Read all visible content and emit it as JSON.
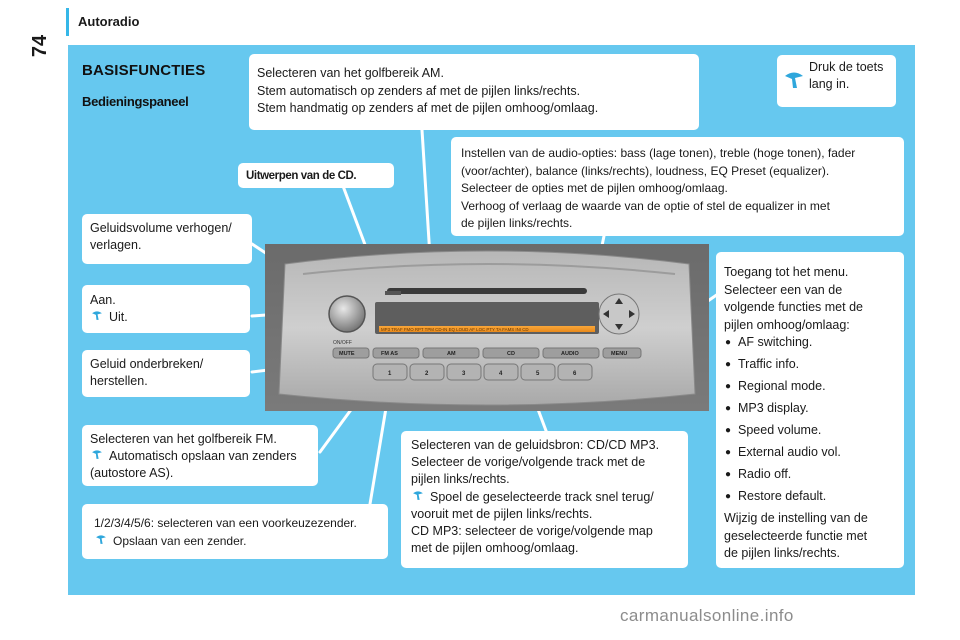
{
  "page": {
    "number": "74",
    "section": "Autoradio"
  },
  "panel": {
    "heading": "BASISFUNCTIES",
    "subheading": "Bedieningspaneel"
  },
  "legend": {
    "lines": [
      "Druk de toets",
      "lang in."
    ]
  },
  "callouts": {
    "am": [
      "Selecteren van het golfbereik AM.",
      "Stem automatisch op zenders af met de pijlen links/rechts.",
      "Stem handmatig op zenders af met de pijlen omhoog/omlaag."
    ],
    "audio": [
      "Instellen van de audio-opties: bass (lage tonen), treble (hoge tonen), fader",
      "(voor/achter), balance (links/rechts), loudness, EQ Preset (equalizer).",
      "Selecteer de opties met de pijlen omhoog/omlaag.",
      "Verhoog of verlaag de waarde van de optie of stel de equalizer in met",
      "de pijlen links/rechts."
    ],
    "eject": "Uitwerpen van de CD.",
    "volume": [
      "Geluidsvolume verhogen/",
      "verlagen."
    ],
    "power": {
      "on": "Aan.",
      "off": "Uit."
    },
    "mute": [
      "Geluid onderbreken/",
      "herstellen."
    ],
    "fm": {
      "line1": "Selecteren van het golfbereik FM.",
      "line2": "Automatisch opslaan van zenders",
      "line3": "(autostore AS)."
    },
    "presets": {
      "line1": "1/2/3/4/5/6: selecteren van een voorkeuzezender.",
      "line2": "Opslaan van een zender."
    },
    "source": {
      "line1": "Selecteren van de geluidsbron: CD/CD MP3.",
      "line2": "Selecteer de vorige/volgende track met de",
      "line3": "pijlen links/rechts.",
      "line4": "Spoel de geselecteerde track snel terug/",
      "line5": "vooruit met de pijlen links/rechts.",
      "line6": "CD MP3: selecteer de vorige/volgende map",
      "line7": "met de pijlen omhoog/omlaag."
    },
    "menu": {
      "intro": [
        "Toegang tot het menu.",
        "Selecteer een van de",
        "volgende functies met de",
        "pijlen omhoog/omlaag:"
      ],
      "items": [
        "AF switching.",
        "Traffic info.",
        "Regional mode.",
        "MP3 display.",
        "Speed volume.",
        "External audio vol.",
        "Radio off.",
        "Restore default."
      ],
      "outro": [
        "Wijzig de instelling van de",
        "geselecteerde functie met",
        "de pijlen links/rechts."
      ]
    }
  },
  "radio": {
    "display_text": "MP3  TRAF  FMO  RPT  TPM  CD-IN  EQ  LOUD  AF  LOC  PTY  TA  FAMS  INI  CD",
    "buttons": [
      "MUTE",
      "FM AS",
      "AM",
      "CD",
      "AUDIO",
      "MENU"
    ],
    "presets": [
      "1",
      "2",
      "3",
      "4",
      "5",
      "6"
    ],
    "power_label": "ON/OFF"
  },
  "watermark": "carmanualsonline.info",
  "colors": {
    "panel": "#66c8ef",
    "tip_icon": "#2fa7dc",
    "display": "#f59a2a",
    "header_bar": "#35b7e8"
  },
  "icons": {
    "tip": "long-press-hand-icon"
  }
}
